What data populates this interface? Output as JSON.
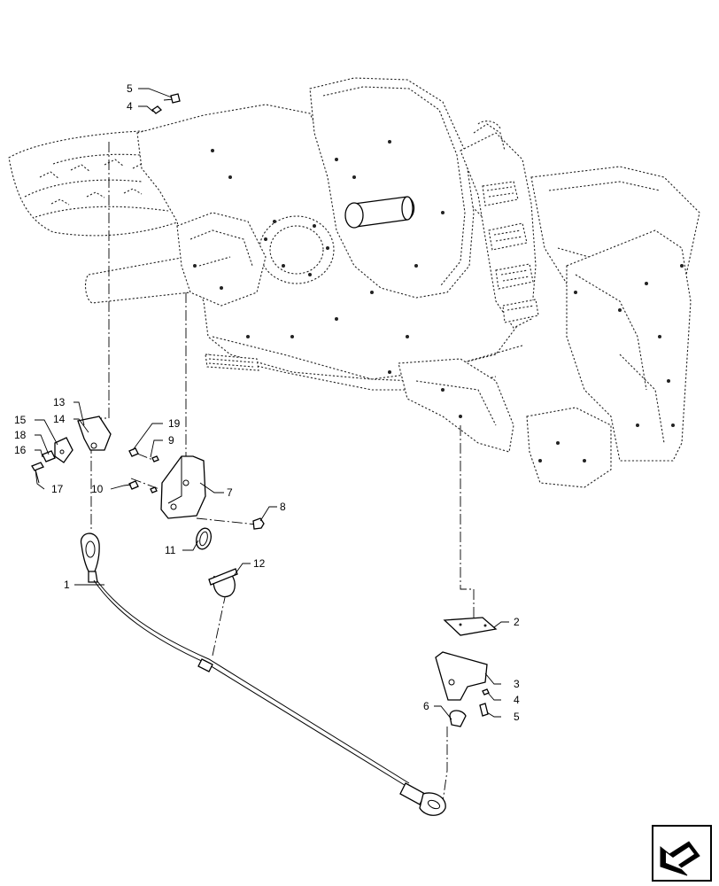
{
  "callouts": {
    "c5_top": "5",
    "c4_top": "4",
    "c13": "13",
    "c14": "14",
    "c15": "15",
    "c18": "18",
    "c16": "16",
    "c17": "17",
    "c19": "19",
    "c9": "9",
    "c10": "10",
    "c7": "7",
    "c8": "8",
    "c11": "11",
    "c12": "12",
    "c1": "1",
    "c2": "2",
    "c3": "3",
    "c4_bottom": "4",
    "c6": "6",
    "c5_bottom": "5"
  },
  "icons": {
    "nav_icon": "arrow-navigation-icon"
  }
}
